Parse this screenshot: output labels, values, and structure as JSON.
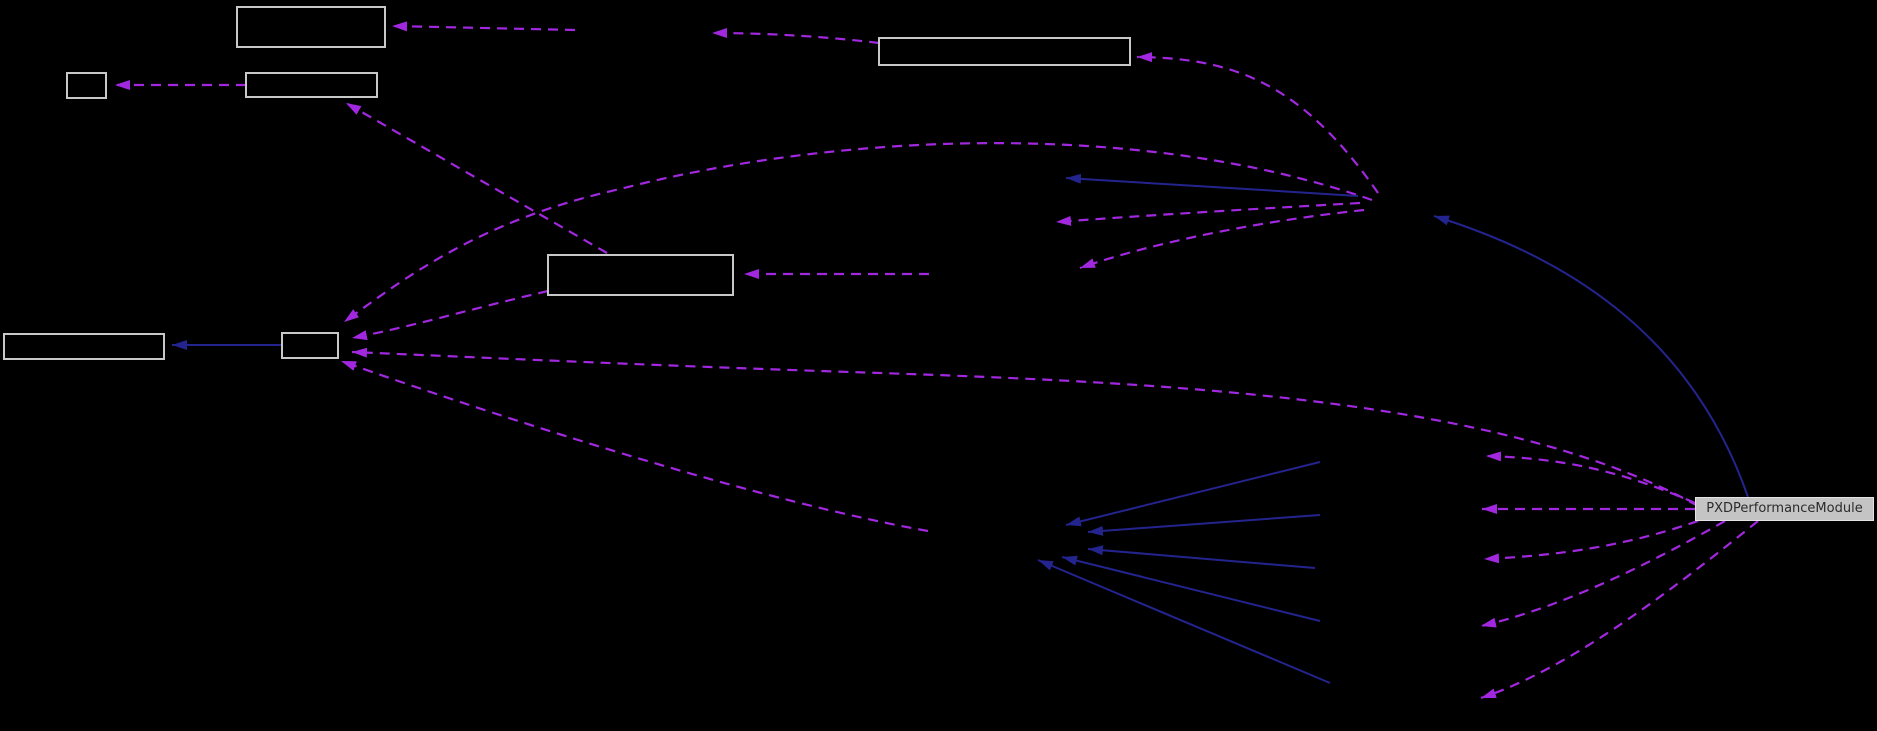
{
  "diagram": {
    "type": "collaboration-graph",
    "highlighted_node": {
      "label": "PXDPerformanceModule"
    },
    "plain_nodes": [
      {
        "id": "node-1",
        "label": ""
      },
      {
        "id": "node-2",
        "label": ""
      },
      {
        "id": "node-3",
        "label": ""
      },
      {
        "id": "node-4",
        "label": ""
      },
      {
        "id": "node-5",
        "label": ""
      },
      {
        "id": "node-6",
        "label": ""
      },
      {
        "id": "node-7",
        "label": ""
      }
    ],
    "colors": {
      "background": "#000000",
      "dashed_edge": "#A228E0",
      "solid_edge": "#24248F",
      "node_border": "#C8C8C8",
      "highlight_fill": "#C4C4C4",
      "highlight_border": "#E4E4E4",
      "highlight_text": "#2B2B2B"
    }
  }
}
